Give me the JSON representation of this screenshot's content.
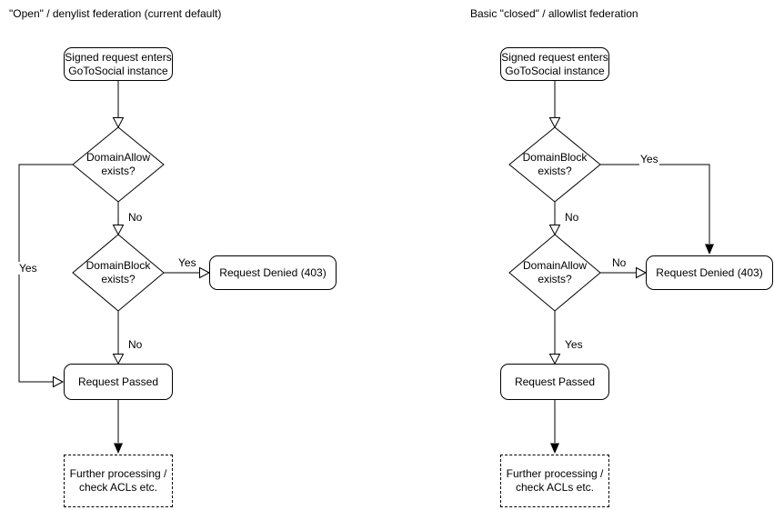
{
  "left": {
    "title": "\"Open\" / denylist federation (current default)",
    "start_label": "Signed request enters\nGoToSocial instance",
    "decision1_label": "DomainAllow\nexists?",
    "decision1_no": "No",
    "decision1_yes": "Yes",
    "decision2_label": "DomainBlock\nexists?",
    "decision2_yes": "Yes",
    "decision2_no": "No",
    "denied_label": "Request Denied (403)",
    "passed_label": "Request Passed",
    "further_label": "Further processing /\ncheck ACLs etc."
  },
  "right": {
    "title": "Basic \"closed\" / allowlist federation",
    "start_label": "Signed request enters\nGoToSocial instance",
    "decision1_label": "DomainBlock\nexists?",
    "decision1_no": "No",
    "decision1_yes": "Yes",
    "decision2_label": "DomainAllow\nexists?",
    "decision2_no": "No",
    "decision2_yes": "Yes",
    "denied_label": "Request Denied (403)",
    "passed_label": "Request Passed",
    "further_label": "Further processing /\ncheck ACLs etc."
  },
  "colors": {
    "stroke": "#000000",
    "fill": "#ffffff",
    "text": "#000000"
  }
}
